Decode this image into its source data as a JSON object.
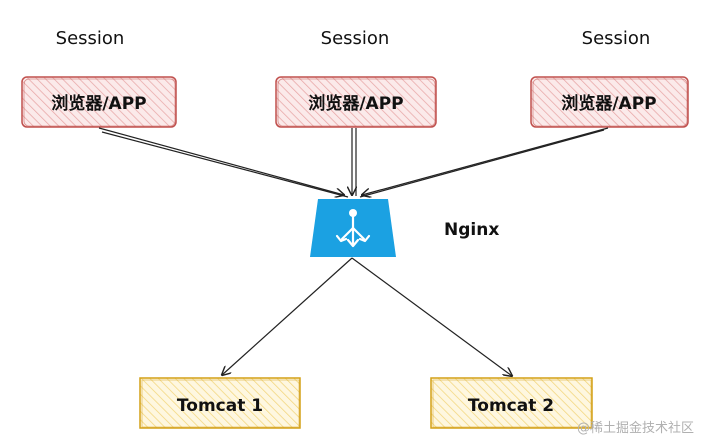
{
  "sessions": [
    "Session",
    "Session",
    "Session"
  ],
  "clients": [
    "浏览器/APP",
    "浏览器/APP",
    "浏览器/APP"
  ],
  "load_balancer": {
    "label": "Nginx",
    "icon": "load-balancer-icon",
    "color": "#1ba1e2"
  },
  "servers": [
    "Tomcat 1",
    "Tomcat 2"
  ],
  "watermark": "@稀土掘金技术社区",
  "colors": {
    "client_fill": "#f7d9d9",
    "client_stroke": "#c0504d",
    "server_fill": "#fdf0c8",
    "server_stroke": "#d4a017",
    "nginx_fill": "#1ba1e2"
  }
}
